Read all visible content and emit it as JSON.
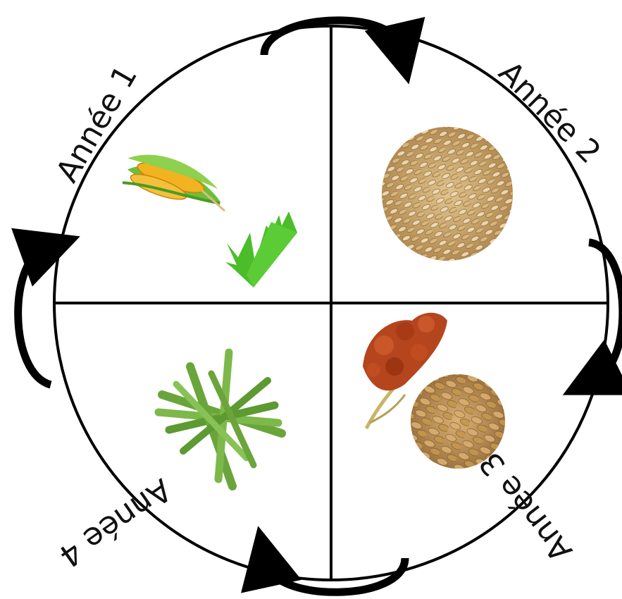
{
  "diagram": {
    "quadrants": [
      {
        "label": "Année 1",
        "crops": [
          {
            "name": "corn",
            "icon": "corn-icon"
          },
          {
            "name": "grass",
            "icon": "grass-icon"
          }
        ]
      },
      {
        "label": "Année 2",
        "crops": [
          {
            "name": "seeds",
            "icon": "seed-pile-icon"
          }
        ]
      },
      {
        "label": "Année 3",
        "crops": [
          {
            "name": "sorghum",
            "icon": "sorghum-icon"
          },
          {
            "name": "peanuts",
            "icon": "peanut-pile-icon"
          }
        ]
      },
      {
        "label": "Année 4",
        "crops": [
          {
            "name": "millet",
            "icon": "millet-bundle-icon"
          }
        ]
      }
    ],
    "arrows": [
      {
        "from": "Année 1",
        "to": "Année 2",
        "icon": "cycle-arrow-icon"
      },
      {
        "from": "Année 2",
        "to": "Année 3",
        "icon": "cycle-arrow-icon"
      },
      {
        "from": "Année 3",
        "to": "Année 4",
        "icon": "cycle-arrow-icon"
      },
      {
        "from": "Année 4",
        "to": "Année 1",
        "icon": "cycle-arrow-icon"
      }
    ],
    "colors": {
      "outline": "#000000",
      "grass": "#4bbd2a",
      "seed": "#c9a66b",
      "sorghum": "#b5451d",
      "peanut": "#c89a57",
      "millet": "#6aa53b",
      "corn": "#f2b320"
    }
  }
}
